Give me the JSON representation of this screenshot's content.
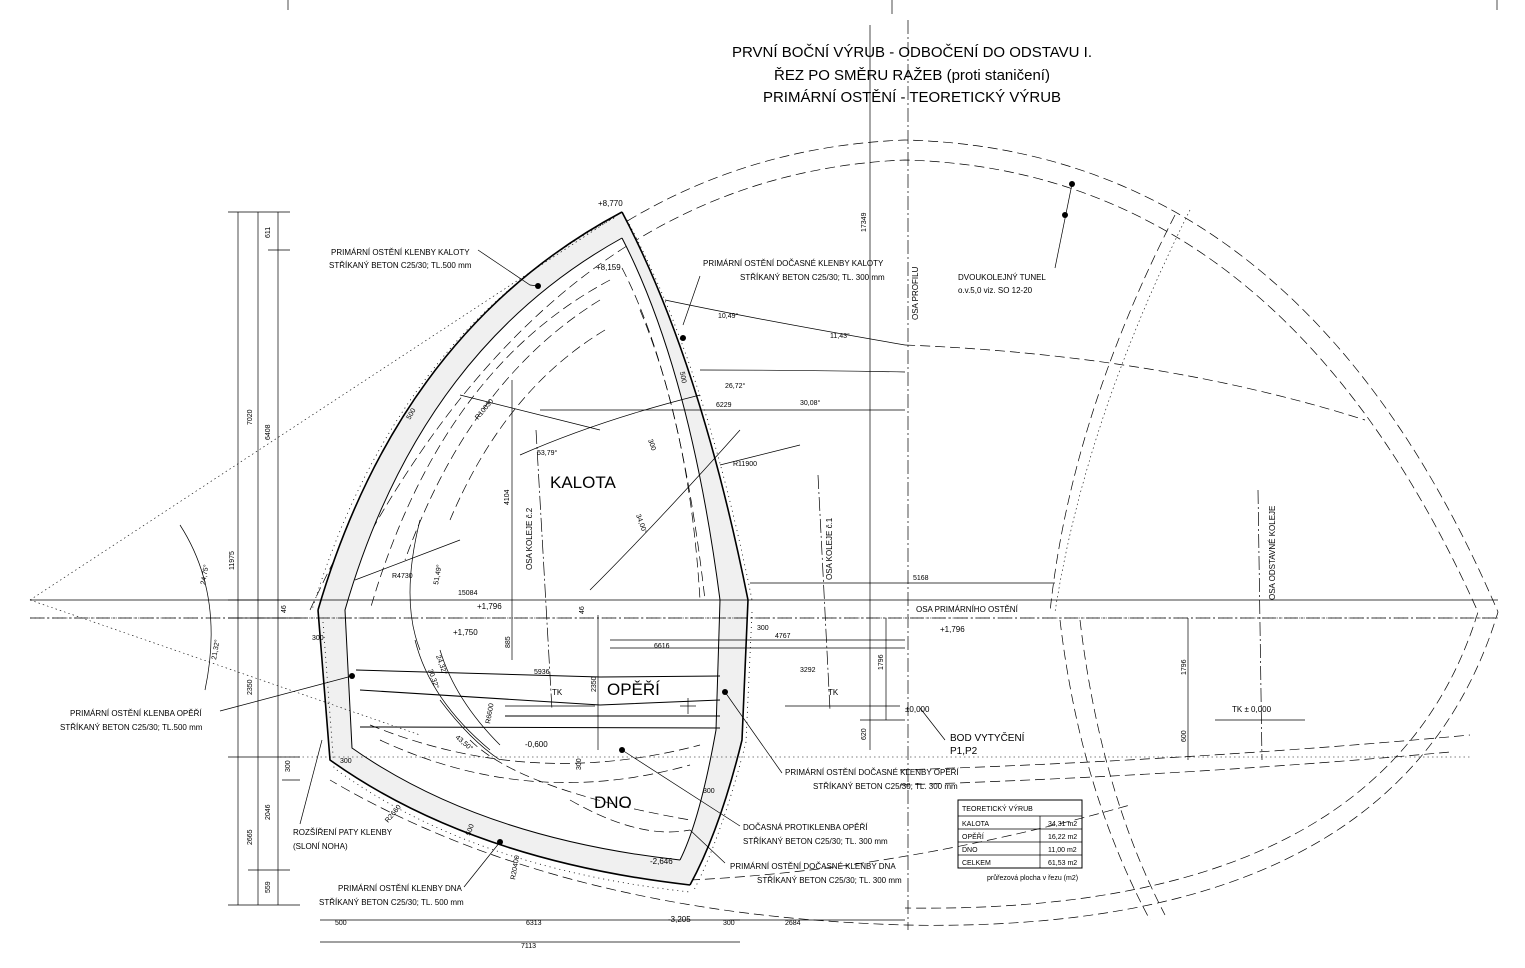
{
  "title": {
    "line1": "PRVNÍ BOČNÍ VÝRUB - ODBOČENÍ DO ODSTAVU  I.",
    "line2": "ŘEZ PO SMĚRU RAŽEB (proti staničení)",
    "line3": "PRIMÁRNÍ OSTĚNÍ - TEORETICKÝ VÝRUB"
  },
  "zones": {
    "kalota": "KALOTA",
    "operi": "OPĚŘÍ",
    "dno": "DNO"
  },
  "callouts": {
    "klenba_kaloty_1": "PRIMÁRNÍ OSTĚNÍ KLENBY KALOTY",
    "klenba_kaloty_2": "STŘÍKANÝ BETON C25/30; TL.500 mm",
    "docasne_kaloty_1": "PRIMÁRNÍ OSTĚNÍ DOČASNÉ KLENBY KALOTY",
    "docasne_kaloty_2": "STŘÍKANÝ BETON C25/30; TL. 300 mm",
    "dvoukolejny_1": "DVOUKOLEJNÝ TUNEL",
    "dvoukolejny_2": "o.v.5,0  viz. SO 12-20",
    "klenba_operi_1": "PRIMÁRNÍ OSTĚNÍ KLENBA OPĚŘÍ",
    "klenba_operi_2": "STŘÍKANÝ BETON C25/30; TL.500 mm",
    "docasne_operi_1": "PRIMÁRNÍ OSTĚNÍ DOČASNÉ KLENBY OPĚŘÍ",
    "docasne_operi_2": "STŘÍKANÝ BETON C25/30; TL. 300 mm",
    "protiklenba_1": "DOČASNÁ PROTIKLENBA OPĚŘÍ",
    "protiklenba_2": "STŘÍKANÝ BETON C25/30; TL. 300 mm",
    "docasne_dna_1": "PRIMÁRNÍ OSTĚNÍ DOČASNÉ KLENBY DNA",
    "docasne_dna_2": "STŘÍKANÝ BETON C25/30; TL. 300 mm",
    "klenby_dna_1": "PRIMÁRNÍ OSTĚNÍ KLENBY DNA",
    "klenby_dna_2": "STŘÍKANÝ BETON C25/30; TL. 500 mm",
    "rozsireni_1": "ROZŠÍŘENÍ PATY KLENBY",
    "rozsireni_2": "(SLONÍ NOHA)",
    "bod_1": "BOD VYTYČENÍ",
    "bod_2": "P1,P2"
  },
  "axes": {
    "osa_profilu": "OSA PROFILU",
    "osa_koleje_2": "OSA KOLEJE č.2",
    "osa_koleje_1": "OSA KOLEJE č.1",
    "osa_odstavne": "OSA ODSTAVNÉ KOLEJE",
    "osa_primarniho": "OSA PRIMÁRNÍHO OSTĚNÍ"
  },
  "levels": {
    "top": "+8,770",
    "inner_top": "+8,159",
    "left_axis": "+1,796",
    "right_axis": "+1,796",
    "left_1750": "+1,750",
    "zero": "±0,000",
    "tk_zero": "TK ± 0,000",
    "minus600": "-0,600",
    "minus2646": "-2,646",
    "minus3205": "-3,205",
    "tk": "TK"
  },
  "dimensions": {
    "d611": "611",
    "d7020": "7020",
    "d6408": "6408",
    "d11975": "11975",
    "d46": "46",
    "d2350": "2350",
    "d300a": "300",
    "d2046": "2046",
    "d2665": "2665",
    "d559": "559",
    "d300b": "300",
    "d300c": "300",
    "d300d": "300",
    "d15084": "15084",
    "d46b": "46",
    "d885": "885",
    "d5936": "5936",
    "d2350b": "2350",
    "d300e": "300",
    "d4104": "4104",
    "d6229": "6229",
    "d6616": "6616",
    "d4767": "4767",
    "d3292": "3292",
    "d5168": "5168",
    "d1796": "1796",
    "d620": "620",
    "d1796b": "1796",
    "d600": "600",
    "d17349": "17349",
    "d500": "500",
    "d500b": "500",
    "d500c": "500",
    "d500d": "500",
    "d6313": "6313",
    "d7113": "7113",
    "d2684": "2684",
    "d300f": "300",
    "d300g": "300",
    "d300h": "300"
  },
  "radii": {
    "r10030": "R10030",
    "r11900": "R11900",
    "r4730": "R4730",
    "r6600": "R6600",
    "r2660": "R2660",
    "r20400": "R20400"
  },
  "angles": {
    "a1049": "10,49°",
    "a1143": "11,43°",
    "a2672": "26,72°",
    "a3008": "30,08°",
    "a5379": "53,79°",
    "a3400": "34,00°",
    "a5149": "51,49°",
    "a3032": "30,32°",
    "a2432": "24,32°",
    "a4350": "43,50°",
    "a2475": "24,75°",
    "a2132": "21,32°"
  },
  "area_table": {
    "title": "TEORETICKÝ VÝRUB",
    "rows": [
      {
        "label": "KALOTA",
        "value": "34,31 m2"
      },
      {
        "label": "OPĚŘÍ",
        "value": "16,22 m2"
      },
      {
        "label": "DNO",
        "value": "11,00 m2"
      },
      {
        "label": "CELKEM",
        "value": "61,53 m2"
      }
    ],
    "caption": "průřezová plocha v řezu (m2)"
  }
}
